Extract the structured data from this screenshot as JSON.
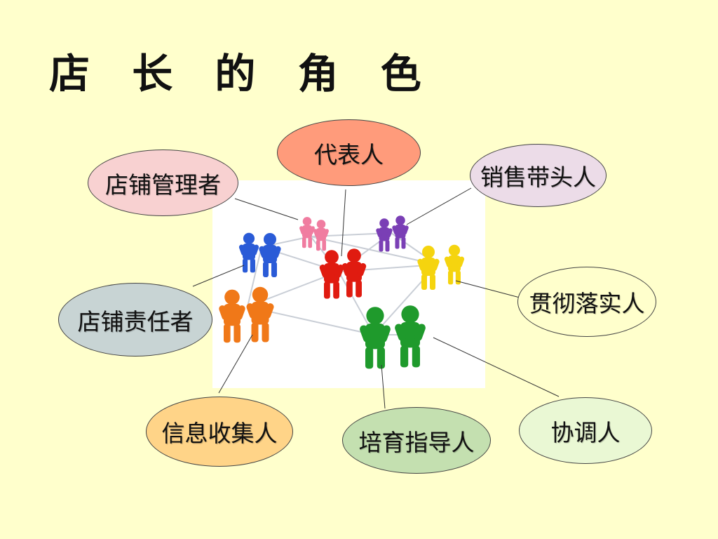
{
  "title": "店 长 的 角 色",
  "roles": [
    {
      "id": "representative",
      "label": "代表人",
      "color": "#ff9b7b"
    },
    {
      "id": "store-manager",
      "label": "店铺管理者",
      "color": "#f8d1d1"
    },
    {
      "id": "sales-leader",
      "label": "销售带头人",
      "color": "#ecdce8"
    },
    {
      "id": "store-responsible",
      "label": "店铺责任者",
      "color": "#c8d4d4"
    },
    {
      "id": "implementer",
      "label": "贯彻落实人",
      "color": "#ffffcc"
    },
    {
      "id": "info-collector",
      "label": "信息收集人",
      "color": "#ffd488"
    },
    {
      "id": "trainer",
      "label": "培育指导人",
      "color": "#c4e0b0"
    },
    {
      "id": "coordinator",
      "label": "协调人",
      "color": "#eaf8d4"
    }
  ]
}
